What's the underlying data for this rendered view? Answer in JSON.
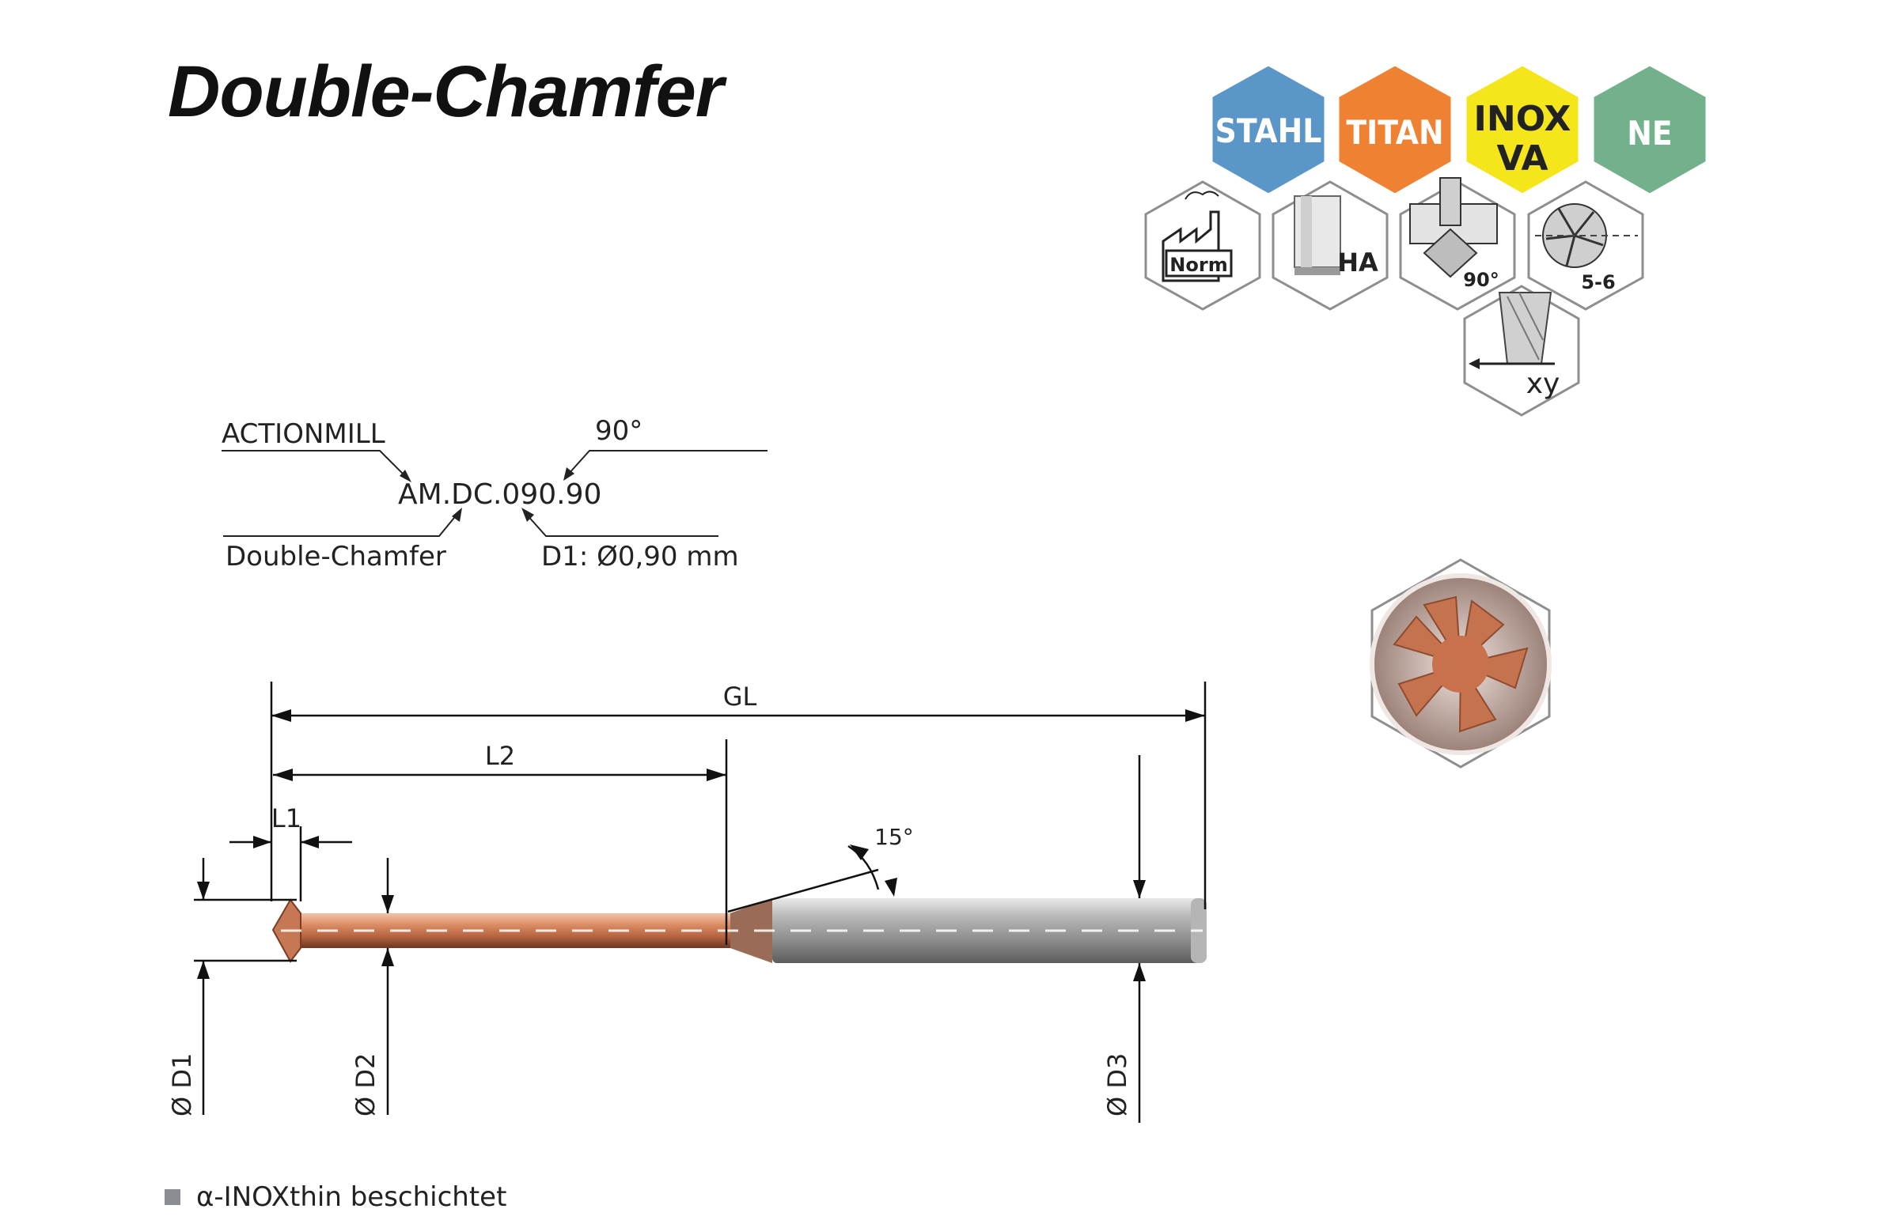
{
  "title": "Double-Chamfer",
  "materials": [
    {
      "label": "STAHL",
      "color": "#5b96c8"
    },
    {
      "label": "TITAN",
      "color": "#ef8133"
    },
    {
      "label": "INOX VA",
      "color": "#f5e61c"
    },
    {
      "label": "NE",
      "color": "#73b08c"
    }
  ],
  "features": {
    "norm": {
      "label": "Norm",
      "icon": "factory-norm-icon"
    },
    "shank": {
      "label": "HA",
      "icon": "shank-ha-icon"
    },
    "angle": {
      "label": "90°",
      "icon": "chamfer-90-icon"
    },
    "flutes": {
      "label": "5-6",
      "icon": "flutes-5-6-icon"
    },
    "milling": {
      "label": "xy",
      "icon": "xy-milling-icon"
    }
  },
  "code_legend": {
    "code": "AM.DC.090.90",
    "actionmill": "ACTIONMILL",
    "angle": "90°",
    "type": "Double-Chamfer",
    "diameter": "D1: Ø0,90 mm"
  },
  "dimensions": {
    "gl": "GL",
    "l2": "L2",
    "l1": "L1",
    "angle": "15°",
    "d1": "Ø D1",
    "d2": "Ø D2",
    "d3": "Ø D3"
  },
  "coating": {
    "text": "α-INOXthin beschichtet",
    "color": "#b86a4b"
  }
}
